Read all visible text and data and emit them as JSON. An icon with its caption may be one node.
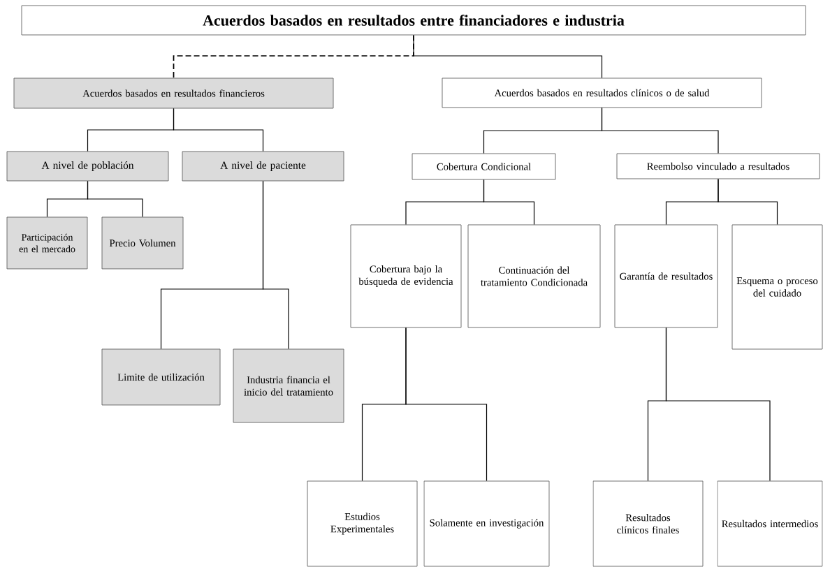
{
  "diagram": {
    "nodes": [
      {
        "text": [
          "Acuerdos basados en resultados entre financiadores e industria"
        ]
      },
      {
        "text": [
          "Acuerdos basados en resultados financieros"
        ]
      },
      {
        "text": [
          "Acuerdos basados en resultados clínicos o de salud"
        ]
      },
      {
        "text": [
          "A nivel de población"
        ]
      },
      {
        "text": [
          "A nivel de paciente"
        ]
      },
      {
        "text": [
          "Participación en el mercado"
        ]
      },
      {
        "text": [
          "Precio Volumen"
        ]
      },
      {
        "text": [
          "Limite de utilización"
        ]
      },
      {
        "text": [
          "Industria financia el inicio del tratamiento"
        ]
      },
      {
        "text": [
          "Cobertura Condicional"
        ]
      },
      {
        "text": [
          "Reembolso vinculado a resultados"
        ]
      },
      {
        "text": [
          "Cobertura bajo la búsqueda de evidencia"
        ]
      },
      {
        "text": [
          "Continuación del tratamiento Condicionada"
        ]
      },
      {
        "text": [
          "Garantía de resultados"
        ]
      },
      {
        "text": [
          "Esquema o proceso del cuidado"
        ]
      },
      {
        "text": [
          "Estudios Experimentales"
        ]
      },
      {
        "text": [
          "Solamente en investigación"
        ]
      },
      {
        "text": [
          "Resultados clínicos finales"
        ]
      },
      {
        "text": [
          "Resultados intermedios"
        ]
      }
    ],
    "edges": [
      {
        "from": 0,
        "to": 1,
        "arrow": "none",
        "style": "dashed"
      },
      {
        "from": 0,
        "to": 2,
        "arrow": "none"
      },
      {
        "from": 1,
        "to": 3,
        "arrow": "none"
      },
      {
        "from": 1,
        "to": 4,
        "arrow": "none"
      },
      {
        "from": 3,
        "to": 5,
        "arrow": "none"
      },
      {
        "from": 3,
        "to": 6,
        "arrow": "none"
      },
      {
        "from": 4,
        "to": 7,
        "arrow": "none"
      },
      {
        "from": 4,
        "to": 8,
        "arrow": "none"
      },
      {
        "from": 2,
        "to": 9,
        "arrow": "none"
      },
      {
        "from": 2,
        "to": 10,
        "arrow": "none"
      },
      {
        "from": 9,
        "to": 11,
        "arrow": "none"
      },
      {
        "from": 9,
        "to": 12,
        "arrow": "none"
      },
      {
        "from": 10,
        "to": 13,
        "arrow": "none"
      },
      {
        "from": 10,
        "to": 14,
        "arrow": "none"
      },
      {
        "from": 11,
        "to": 15,
        "arrow": "none"
      },
      {
        "from": 11,
        "to": 16,
        "arrow": "none"
      },
      {
        "from": 13,
        "to": 17,
        "arrow": "none"
      },
      {
        "from": 13,
        "to": 18,
        "arrow": "none"
      }
    ]
  }
}
